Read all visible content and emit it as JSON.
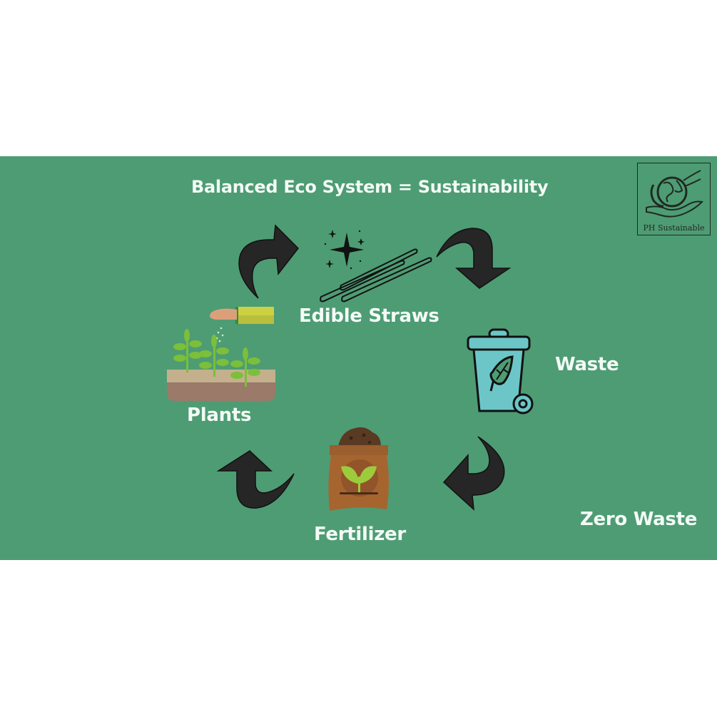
{
  "title": "Balanced Eco System = Sustainability",
  "logo": {
    "text": "PH Sustainable",
    "icon": "hands-holding-globe-icon"
  },
  "cycle": {
    "nodes": [
      {
        "id": "edible-straws",
        "label": "Edible Straws",
        "icon": "straws-sparkle-icon"
      },
      {
        "id": "waste",
        "label": "Waste",
        "icon": "trash-bin-leaf-icon"
      },
      {
        "id": "fertilizer",
        "label": "Fertilizer",
        "icon": "fertilizer-bag-icon"
      },
      {
        "id": "plants",
        "label": "Plants",
        "icon": "plants-seeding-icon"
      }
    ],
    "arrows": [
      {
        "from": "plants",
        "to": "edible-straws",
        "direction": "up-right"
      },
      {
        "from": "edible-straws",
        "to": "waste",
        "direction": "right-down"
      },
      {
        "from": "waste",
        "to": "fertilizer",
        "direction": "down-left"
      },
      {
        "from": "fertilizer",
        "to": "plants",
        "direction": "left-up"
      }
    ]
  },
  "footer_tag": "Zero Waste",
  "colors": {
    "background": "#4e9c74",
    "text": "#f3fbf6",
    "arrow": "#222222",
    "bin": "#6cc6c8",
    "bag": "#9b5e2e",
    "leaf": "#9ccc3c"
  }
}
